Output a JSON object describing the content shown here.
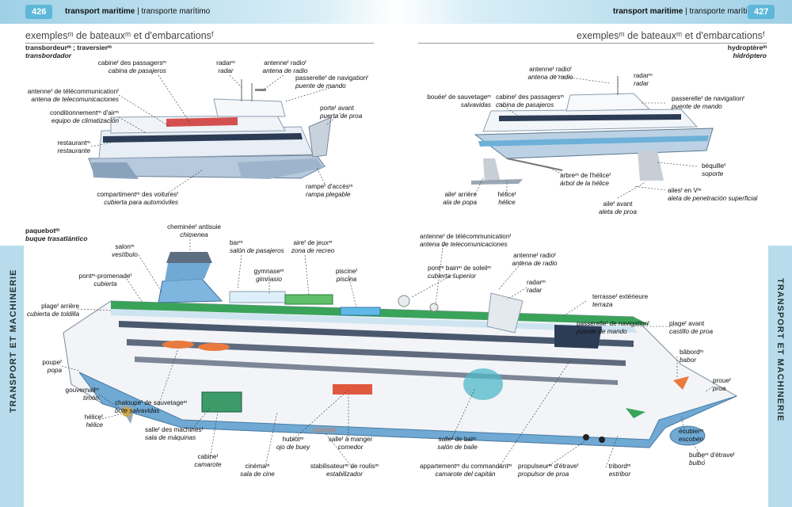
{
  "header": {
    "left_page": "426",
    "right_page": "427",
    "left_title_fr": "transport maritime",
    "left_title_es": "transporte marítimo",
    "right_title_fr": "transport maritime",
    "right_title_es": "transporte marítimo"
  },
  "section": {
    "left": "exemplesᵐ de bateauxᵐ et d'embarcationsᶠ",
    "right": "exemplesᵐ de bateauxᵐ et d'embarcationsᶠ"
  },
  "sidebar": {
    "left": "TRANSPORT ET MACHINERIE",
    "right": "TRANSPORT ET MACHINERIE"
  },
  "ferry": {
    "title_fr": "transbordeurᵐ ; traversierᵐ",
    "title_es": "transbordador",
    "labels": [
      {
        "fr": "cabineᶠ des passagersᵐ",
        "es": "cabina de pasajeros"
      },
      {
        "fr": "radarᵐ",
        "es": "radar"
      },
      {
        "fr": "antenneᶠ radioᶠ",
        "es": "antena de radio"
      },
      {
        "fr": "passerelleᶠ de navigationᶠ",
        "es": "puente de mando"
      },
      {
        "fr": "antenneᶠ de télécommunicationᶠ",
        "es": "antena de telecomunicaciones"
      },
      {
        "fr": "conditionnementᵐ d'airᵐ",
        "es": "equipo de climatización"
      },
      {
        "fr": "porteᶠ avant",
        "es": "puerta de proa"
      },
      {
        "fr": "restaurantᵐ",
        "es": "restaurante"
      },
      {
        "fr": "compartimentᵐ des voituresᶠ",
        "es": "cubierta para automóviles"
      },
      {
        "fr": "rampeᶠ d'accèsᵐ",
        "es": "rampa plegable"
      }
    ]
  },
  "hydrofoil": {
    "title_fr": "hydroptèreᵐ",
    "title_es": "hidróptero",
    "labels": [
      {
        "fr": "antenneᶠ radioᶠ",
        "es": "antena de radio"
      },
      {
        "fr": "radarᵐ",
        "es": "radar"
      },
      {
        "fr": "bouéeᶠ de sauvetageᵐ",
        "es": "salvavidas"
      },
      {
        "fr": "cabineᶠ des passagersᵐ",
        "es": "cabina de pasajeros"
      },
      {
        "fr": "passerelleᶠ de navigationᶠ",
        "es": "puente de mando"
      },
      {
        "fr": "béquilleᶠ",
        "es": "soporte"
      },
      {
        "fr": "arbreᵐ de l'héliceᶠ",
        "es": "árbol de la hélice"
      },
      {
        "fr": "aileᶠ arrière",
        "es": "ala de popa"
      },
      {
        "fr": "héliceᶠ",
        "es": "hélice"
      },
      {
        "fr": "ailesᶠ en Vᵐ",
        "es": "aleta de penetración superficial"
      },
      {
        "fr": "aileᶠ avant",
        "es": "aleta de proa"
      }
    ]
  },
  "liner": {
    "title_fr": "paquebotᵐ",
    "title_es": "buque trasatlántico",
    "labels": [
      {
        "fr": "cheminéeᶠ antisuie",
        "es": "chimenea"
      },
      {
        "fr": "salonᵐ",
        "es": "vestíbulo"
      },
      {
        "fr": "barᵐ",
        "es": "salón de pasajeros"
      },
      {
        "fr": "aireᶠ de jeuxᵐ",
        "es": "zona de recreo"
      },
      {
        "fr": "antenneᶠ de télécommunicationᶠ",
        "es": "antena de telecomunicaciones"
      },
      {
        "fr": "antenneᶠ radioᶠ",
        "es": "antena de radio"
      },
      {
        "fr": "pontᵐ-promenadeᶠ",
        "es": "cubierta"
      },
      {
        "fr": "gymnaseᵐ",
        "es": "gimnasio"
      },
      {
        "fr": "piscineᶠ",
        "es": "piscina"
      },
      {
        "fr": "pontᵐ bainᵐ de soleilᵐ",
        "es": "cubierta superior"
      },
      {
        "fr": "radarᵐ",
        "es": "radar"
      },
      {
        "fr": "plageᶠ arrière",
        "es": "cubierta de toldilla"
      },
      {
        "fr": "terrasseᶠ extérieure",
        "es": "terraza"
      },
      {
        "fr": "passerelleᶠ de navigationᶠ",
        "es": "puente de mando"
      },
      {
        "fr": "plageᶠ avant",
        "es": "castillo de proa"
      },
      {
        "fr": "bâbordᵐ",
        "es": "babor"
      },
      {
        "fr": "poupeᶠ",
        "es": "popa"
      },
      {
        "fr": "proueᶠ",
        "es": "proa"
      },
      {
        "fr": "gouvernailᵐ",
        "es": "timón"
      },
      {
        "fr": "chaloupeᶠ de sauvetageᵐ",
        "es": "bote salvavidas"
      },
      {
        "fr": "héliceᶠ",
        "es": "hélice"
      },
      {
        "fr": "salleᶠ des machinesᶠ",
        "es": "sala de máquinas"
      },
      {
        "fr": "hublotᵐ",
        "es": "ojo de buey"
      },
      {
        "fr": "salleᶠ à manger",
        "es": "comedor"
      },
      {
        "fr": "salleᶠ de balᵐ",
        "es": "salón de baile"
      },
      {
        "fr": "écubierᵐ",
        "es": "escobén"
      },
      {
        "fr": "cabineᶠ",
        "es": "camarote"
      },
      {
        "fr": "cinémaᵐ",
        "es": "sala de cine"
      },
      {
        "fr": "stabilisateurᵐ de roulisᵐ",
        "es": "estabilizador"
      },
      {
        "fr": "appartementᵐ du commandantᵐ",
        "es": "camarote del capitán"
      },
      {
        "fr": "propulseurᵐ d'étraveᶠ",
        "es": "propulsor de proa"
      },
      {
        "fr": "tribordᵐ",
        "es": "estribor"
      },
      {
        "fr": "bulbeᵐ d'étraveᶠ",
        "es": "bulbo"
      }
    ]
  },
  "colors": {
    "header_blue": "#5eb7d8",
    "hull_blue": "#6fa9d4",
    "deck_green": "#3aa35a",
    "sidebar": "#b8dcec"
  }
}
